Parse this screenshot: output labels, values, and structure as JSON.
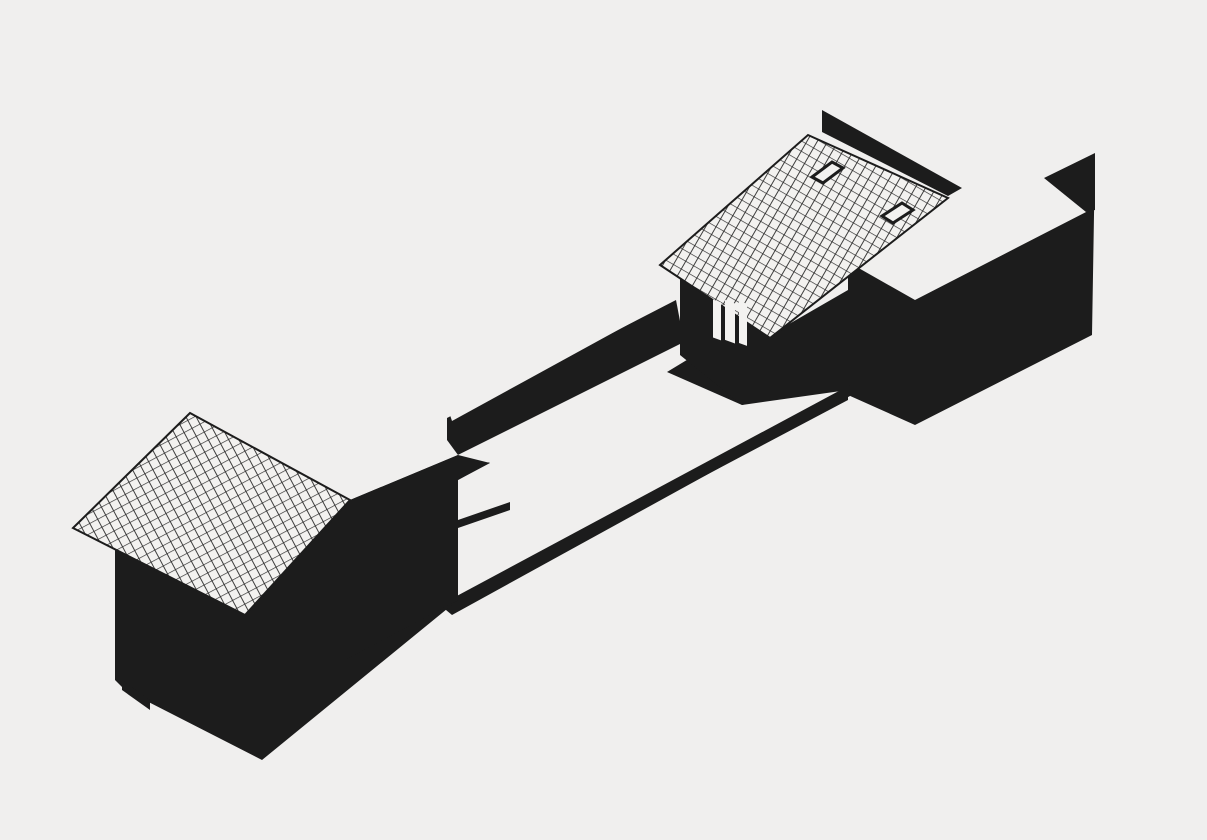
{
  "drawing": {
    "style": "black isometric axonometric",
    "colors": {
      "background": "#f0efee",
      "mass": "#1c1c1c",
      "roof_tile_face": "#f3f2f0",
      "roof_tile_line": "#2a2a2a",
      "light_face": "#f0efee"
    },
    "components": [
      "left-house-with-tiled-roof",
      "connecting-wall",
      "courtyard-slab",
      "center-pavilion-with-tiled-roof",
      "skylight",
      "glazed-door",
      "right-flat-roof-block"
    ]
  }
}
